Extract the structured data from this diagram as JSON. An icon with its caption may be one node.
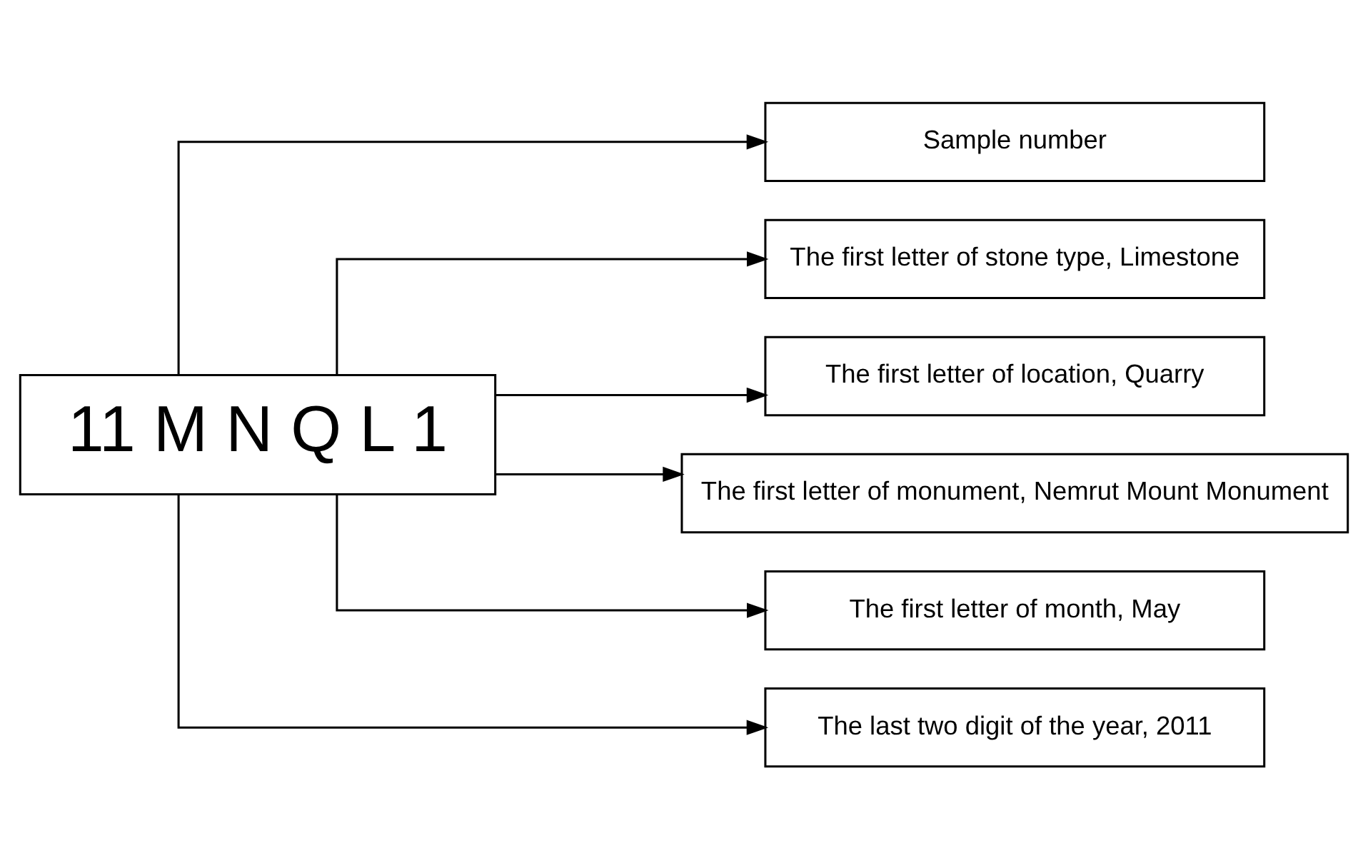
{
  "diagram": {
    "nodes": [
      {
        "text": [
          "11 M N Q L 1"
        ]
      },
      {
        "text": [
          "Sample number"
        ]
      },
      {
        "text": [
          "The first letter of stone type, Limestone"
        ]
      },
      {
        "text": [
          "The first letter of location, Quarry"
        ]
      },
      {
        "text": [
          "The first letter of monument, Nemrut Mount Monument"
        ]
      },
      {
        "text": [
          "The first letter of month, May"
        ]
      },
      {
        "text": [
          "The last two digit of the year, 2011"
        ]
      }
    ],
    "edges": [
      {
        "from": 0,
        "to": 1,
        "arrow": "to"
      },
      {
        "from": 0,
        "to": 2,
        "arrow": "to"
      },
      {
        "from": 0,
        "to": 3,
        "arrow": "to"
      },
      {
        "from": 0,
        "to": 4,
        "arrow": "to"
      },
      {
        "from": 0,
        "to": 5,
        "arrow": "to"
      },
      {
        "from": 0,
        "to": 6,
        "arrow": "to"
      }
    ]
  }
}
